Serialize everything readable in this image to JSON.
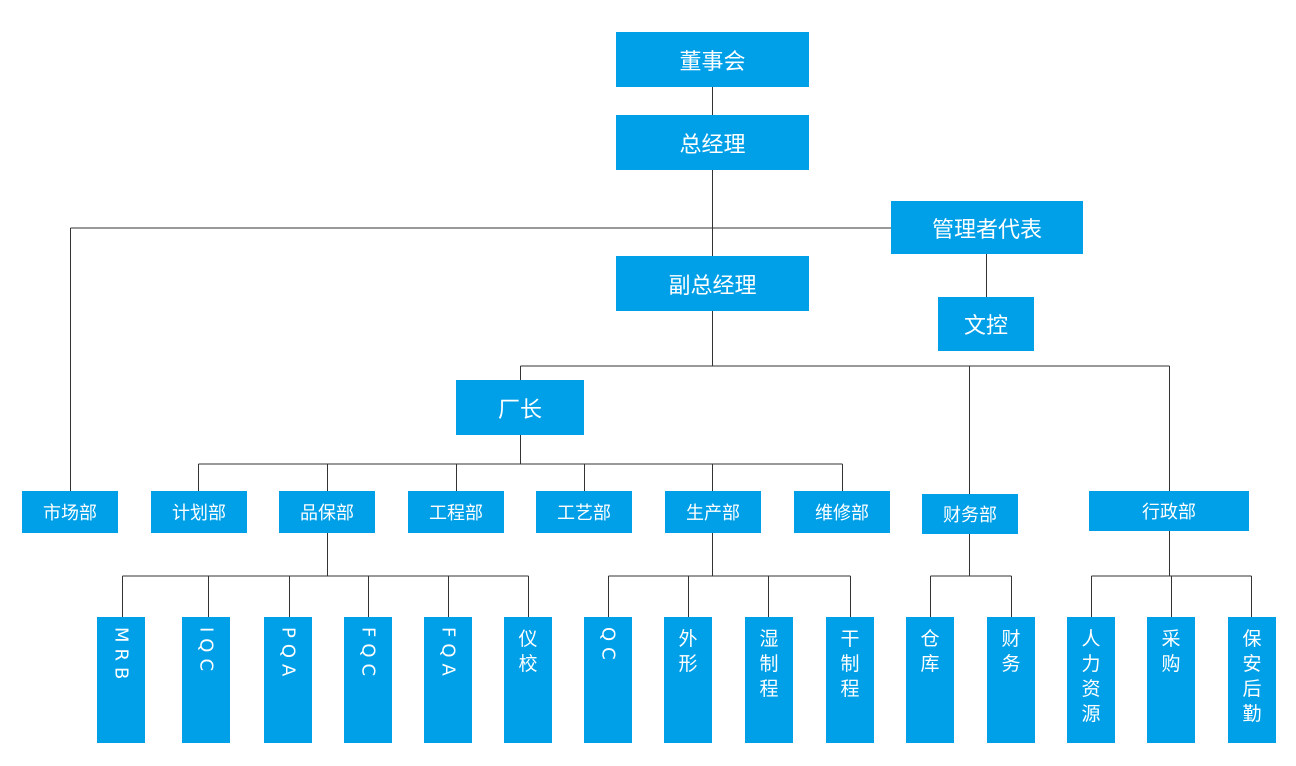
{
  "org_chart": {
    "line_color": "#333333",
    "box_color": "#00a0e9",
    "text_color": "#ffffff",
    "nodes": {
      "board": "董事会",
      "general_manager": "总经理",
      "management_rep": "管理者代表",
      "deputy_gm": "副总经理",
      "doc_control": "文控",
      "factory_director": "厂长",
      "marketing": "市场部",
      "planning": "计划部",
      "quality": "品保部",
      "engineering": "工程部",
      "process": "工艺部",
      "production": "生产部",
      "maintenance": "维修部",
      "finance": "财务部",
      "admin": "行政部",
      "mrb": "MRB",
      "iqc": "IQC",
      "pqa": "PQA",
      "fqc": "FQC",
      "fqa": "FQA",
      "calibration": "仪校",
      "qc": "QC",
      "appearance": "外形",
      "wet_process": "湿制程",
      "dry_process": "干制程",
      "warehouse": "仓　库",
      "finance_sub": "财务",
      "hr": "人力资源",
      "purchasing": "采购",
      "security_logistics": "保安后勤"
    }
  }
}
